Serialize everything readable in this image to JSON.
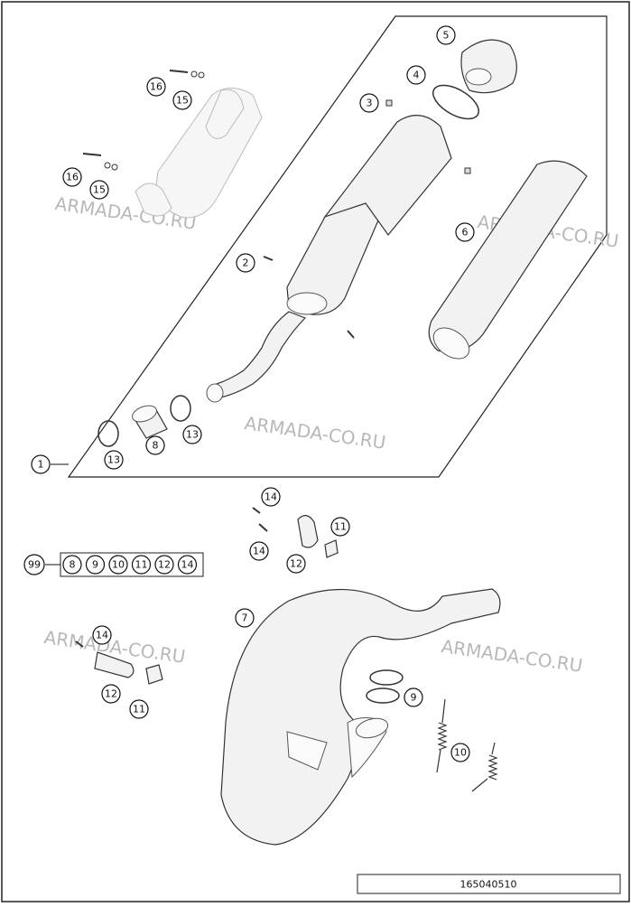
{
  "diagram": {
    "drawing_number": "165040510",
    "watermark_text": "ARMADA-CO.RU",
    "callouts": {
      "c1": "1",
      "c2": "2",
      "c3": "3",
      "c4": "4",
      "c5": "5",
      "c6": "6",
      "c7": "7",
      "c8": "8",
      "c9": "9",
      "c10": "10",
      "c11a": "11",
      "c11b": "11",
      "c12a": "12",
      "c12b": "12",
      "c13a": "13",
      "c13b": "13",
      "c14a": "14",
      "c14b": "14",
      "c14c": "14",
      "c15a": "15",
      "c15b": "15",
      "c16a": "16",
      "c16b": "16"
    },
    "kit": {
      "label": "99",
      "items": [
        "8",
        "9",
        "10",
        "11",
        "12",
        "14"
      ]
    },
    "colors": {
      "line": "#333333",
      "fill": "#f2f2f2",
      "watermark": "#b8b8b8"
    }
  }
}
